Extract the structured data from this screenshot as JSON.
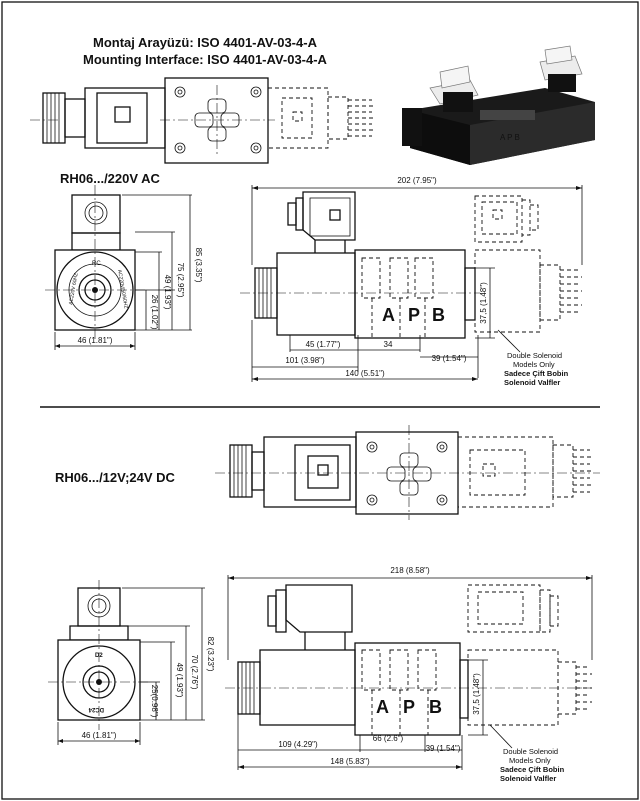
{
  "header": {
    "line1": "Montaj Arayüzü: ISO 4401-AV-03-4-A",
    "line2": "Mounting Interface: ISO 4401-AV-03-4-A"
  },
  "section_ac": {
    "label": "RH06.../220V AC",
    "dims": {
      "overall_length": "202 (7.95\")",
      "total_length": "140 (5.51\")",
      "len_101": "101 (3.98\")",
      "len_45": "45 (1.77\")",
      "len_34": "34",
      "len_39": "39 (1.54\")",
      "height_37_5": "37,5 (1.48\")",
      "end_width": "46 (1.81\")",
      "h85": "85 (3.35\")",
      "h75": "75 (2.95\")",
      "h49": "49 (1.93\")",
      "h26": "26 (1.02\")"
    },
    "coil_text": {
      "left": "AC220V 60HZ",
      "right": "AC220V/50/60HZ",
      "top": "RC"
    }
  },
  "section_dc": {
    "label": "RH06.../12V;24V  DC",
    "dims": {
      "overall_length": "218 (8.58\")",
      "total_length": "148 (5.83\")",
      "len_109": "109 (4.29\")",
      "len_66": "66 (2.6\")",
      "len_39": "39 (1.54\")",
      "height_37_5": "37,5 (1.48\")",
      "end_width": "46 (1.81\")",
      "h82": "82 (3.23\")",
      "h70": "70 (2.76\")",
      "h49": "49 (1.93\")",
      "h25": "25(0.98\")"
    },
    "coil_text": {
      "top": "D2",
      "bottom": "DC24"
    }
  },
  "ports": [
    "A",
    "P",
    "B"
  ],
  "notes": {
    "line1": "Double Solenoid",
    "line2": "Models Only",
    "line3": "Sadece Çift Bobin",
    "line4": "Solenoid Valfler"
  }
}
